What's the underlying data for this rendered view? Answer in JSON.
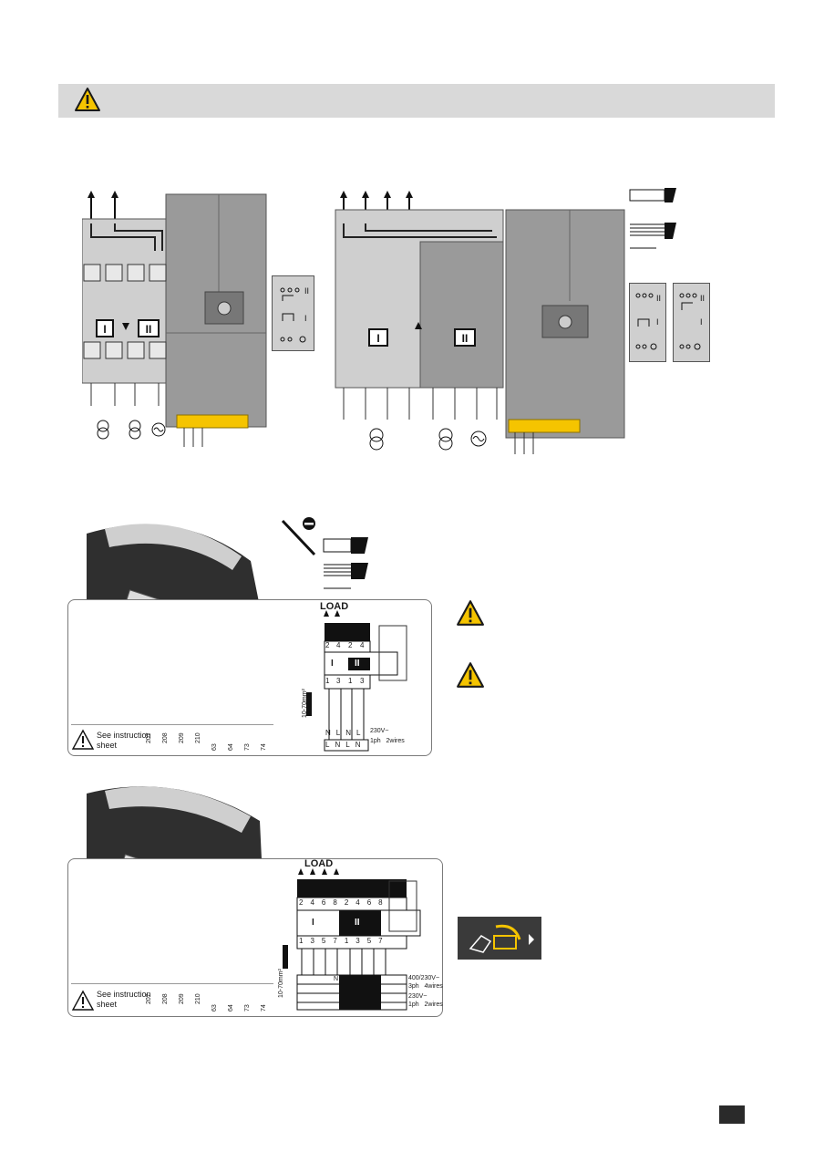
{
  "warning": {
    "icon": "warning-triangle-icon",
    "color": "#f5c400"
  },
  "diagram2p": {
    "phase_labels": [
      "I",
      "II"
    ],
    "source_symbols": [
      "transformer",
      "transformer",
      "ac-generator"
    ]
  },
  "diagram4p": {
    "phase_labels": [
      "I",
      "II"
    ],
    "source_symbols": [
      "transformer",
      "transformer",
      "ac-generator"
    ]
  },
  "control_block_1": {
    "note": "See instruction\nsheet",
    "terminals": [
      "207",
      "208",
      "209",
      "210",
      "63",
      "64",
      "73",
      "74"
    ],
    "load_label": "LOAD",
    "top_numbers": [
      "2",
      "4",
      "2",
      "4"
    ],
    "bottom_numbers": [
      "1",
      "3",
      "1",
      "3"
    ],
    "switch_labels": [
      "I",
      "II"
    ],
    "cable_spec": "10-70mm²",
    "row1": [
      "N",
      "L",
      "N",
      "L"
    ],
    "row2": [
      "L",
      "N",
      "L",
      "N"
    ],
    "voltage_text": "230V~",
    "config_text": "1ph   2wires"
  },
  "control_block_2": {
    "note": "See instruction\nsheet",
    "terminals": [
      "207",
      "208",
      "209",
      "210",
      "63",
      "64",
      "73",
      "74"
    ],
    "load_label": "LOAD",
    "top_numbers": [
      "2",
      "4",
      "6",
      "8",
      "2",
      "4",
      "6",
      "8"
    ],
    "bottom_numbers": [
      "1",
      "3",
      "5",
      "7",
      "1",
      "3",
      "5",
      "7"
    ],
    "switch_labels": [
      "I",
      "II"
    ],
    "cable_spec": "10-70mm²",
    "row_text_1": "400/230V~",
    "row_text_1b": "3ph   4wires",
    "row_text_2": "230V~",
    "row_text_2b": "1ph   2wires",
    "grid_n": "N"
  },
  "accent": "#f5c400",
  "nav_icon": "hand-rotate-icon"
}
